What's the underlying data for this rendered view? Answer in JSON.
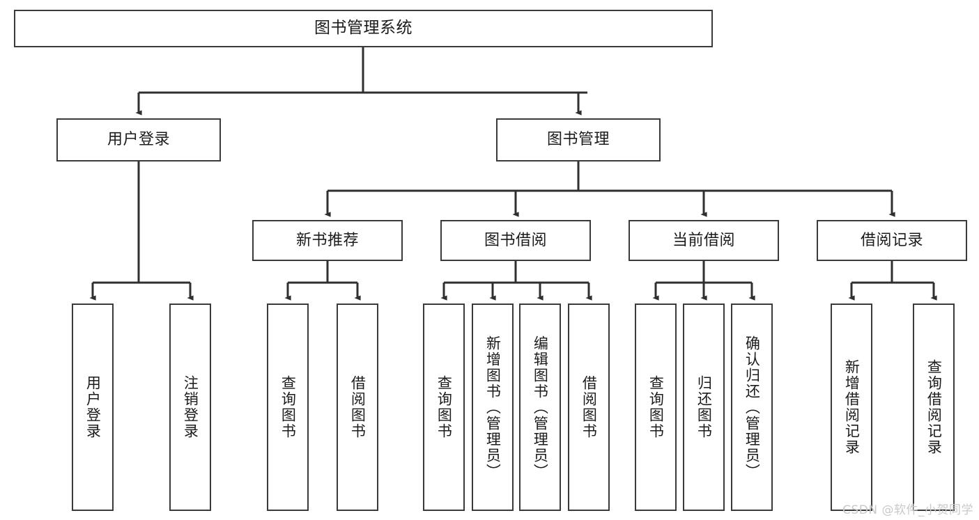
{
  "diagram": {
    "title": "图书管理系统",
    "type": "tree-hierarchy",
    "watermark": "CSDN @软件_小贺同学",
    "colors": {
      "box_border": "#3a3a3a",
      "box_fill": "#ffffff",
      "edge": "#2f2f2f",
      "text": "#1b1b1b",
      "watermark": "#c9c9c9",
      "background": "#ffffff"
    }
  },
  "nodes": {
    "root": {
      "label": "图书管理系统",
      "level": 0
    },
    "level2": [
      {
        "id": "user-login",
        "label": "用户登录"
      },
      {
        "id": "book-manage",
        "label": "图书管理"
      }
    ],
    "level3": [
      {
        "id": "new-book-recommend",
        "label": "新书推荐"
      },
      {
        "id": "book-borrow",
        "label": "图书借阅"
      },
      {
        "id": "current-borrow",
        "label": "当前借阅"
      },
      {
        "id": "borrow-record",
        "label": "借阅记录"
      }
    ],
    "leaves": {
      "user-login": [
        {
          "id": "leaf-user-login",
          "label": "用户登录"
        },
        {
          "id": "leaf-logout-login",
          "label": "注销登录"
        }
      ],
      "new-book-recommend": [
        {
          "id": "leaf-query-book-1",
          "label": "查询图书"
        },
        {
          "id": "leaf-borrow-book-1",
          "label": "借阅图书"
        }
      ],
      "book-borrow": [
        {
          "id": "leaf-query-book-2",
          "label": "查询图书"
        },
        {
          "id": "leaf-add-book",
          "label": "新增图书（管理员）"
        },
        {
          "id": "leaf-edit-book",
          "label": "编辑图书（管理员）"
        },
        {
          "id": "leaf-borrow-book-2",
          "label": "借阅图书"
        }
      ],
      "current-borrow": [
        {
          "id": "leaf-query-book-3",
          "label": "查询图书"
        },
        {
          "id": "leaf-return-book",
          "label": "归还图书"
        },
        {
          "id": "leaf-confirm-return",
          "label": "确认归还（管理员）"
        }
      ],
      "borrow-record": [
        {
          "id": "leaf-add-record",
          "label": "新增借阅记录"
        },
        {
          "id": "leaf-query-record",
          "label": "查询借阅记录"
        }
      ]
    }
  }
}
